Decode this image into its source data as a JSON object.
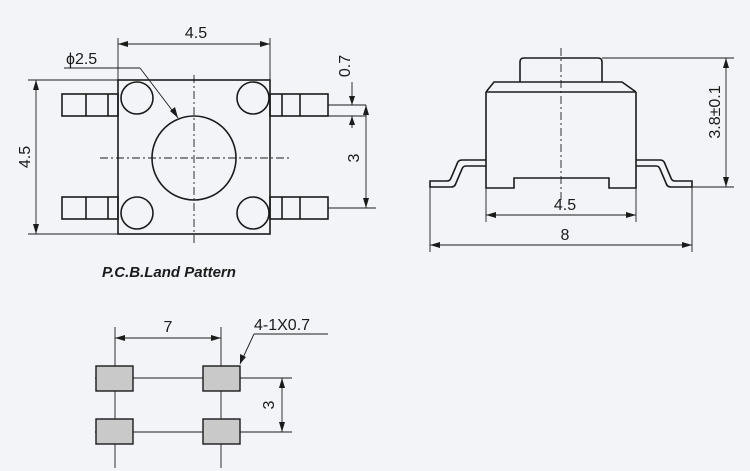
{
  "dimensions": {
    "top_width": "4.5",
    "top_height": "4.5",
    "dome_diameter": "ϕ2.5",
    "lead_width": "0.7",
    "lead_pitch": "3",
    "side_height": "3.8±0.1",
    "side_body_width": "4.5",
    "side_overall_width": "8",
    "pcb_pitch_x": "7",
    "pcb_pad_spec": "4-1X0.7",
    "pcb_pitch_y": "3"
  },
  "captions": {
    "pcb_land_pattern": "P.C.B.Land Pattern"
  },
  "colors": {
    "line": "#1b1b1b",
    "pad_fill": "#c9c9c9",
    "background": "#f3f4f7"
  }
}
